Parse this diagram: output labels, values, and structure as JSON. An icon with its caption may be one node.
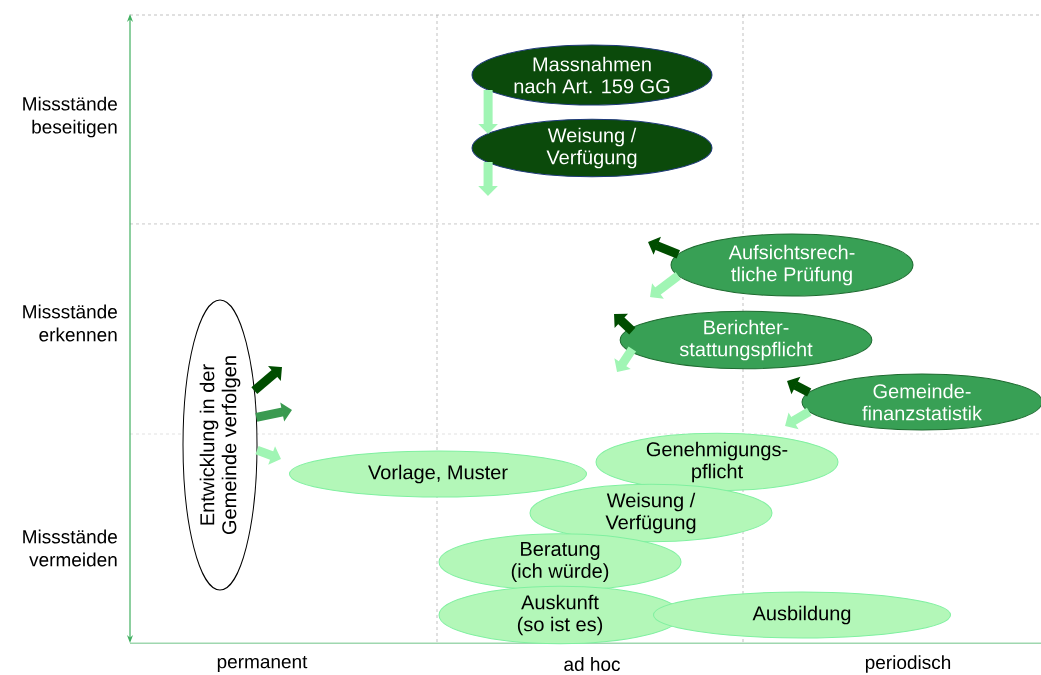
{
  "diagram": {
    "nodes": [
      {
        "text": [
          "Massnahmen nach Art. 159 GG"
        ]
      },
      {
        "text": [
          "Weisung / Verfügung"
        ]
      },
      {
        "text": [
          "Aufsichtsrech- tliche Prüfung"
        ]
      },
      {
        "text": [
          "Berichter- stattungspflicht"
        ]
      },
      {
        "text": [
          "Gemeinde- finanzstatistik"
        ]
      },
      {
        "text": [
          "Entwicklung in der Gemeinde verfolgen"
        ]
      },
      {
        "text": [
          "Vorlage, Muster"
        ]
      },
      {
        "text": [
          "Genehmigungs- pflicht"
        ]
      },
      {
        "text": [
          "Weisung / Verfügung"
        ]
      },
      {
        "text": [
          "Beratung (ich würde)"
        ]
      },
      {
        "text": [
          "Auskunft (so ist es)"
        ]
      },
      {
        "text": [
          "Ausbildung"
        ]
      }
    ],
    "edges": [
      {
        "from": 0,
        "to": 1,
        "arrow": "to"
      },
      {
        "from": 1,
        "to": null,
        "arrow": "to"
      },
      {
        "from": 2,
        "to": null,
        "arrow": "to",
        "color": "#004d00"
      },
      {
        "from": 2,
        "to": null,
        "arrow": "to"
      },
      {
        "from": 3,
        "to": null,
        "arrow": "to",
        "color": "#004d00"
      },
      {
        "from": 3,
        "to": null,
        "arrow": "to"
      },
      {
        "from": 4,
        "to": null,
        "arrow": "to",
        "color": "#004d00"
      },
      {
        "from": 4,
        "to": null,
        "arrow": "to"
      },
      {
        "from": 5,
        "to": null,
        "arrow": "to",
        "color": "#004d00"
      },
      {
        "from": 5,
        "to": null,
        "arrow": "to",
        "color": "#3a9a50"
      },
      {
        "from": 5,
        "to": null,
        "arrow": "to"
      }
    ],
    "labels": [
      "Missstände beseitigen",
      "Missstände erkennen",
      "Missstände vermeiden",
      "permanent",
      "ad hoc",
      "periodisch"
    ]
  }
}
